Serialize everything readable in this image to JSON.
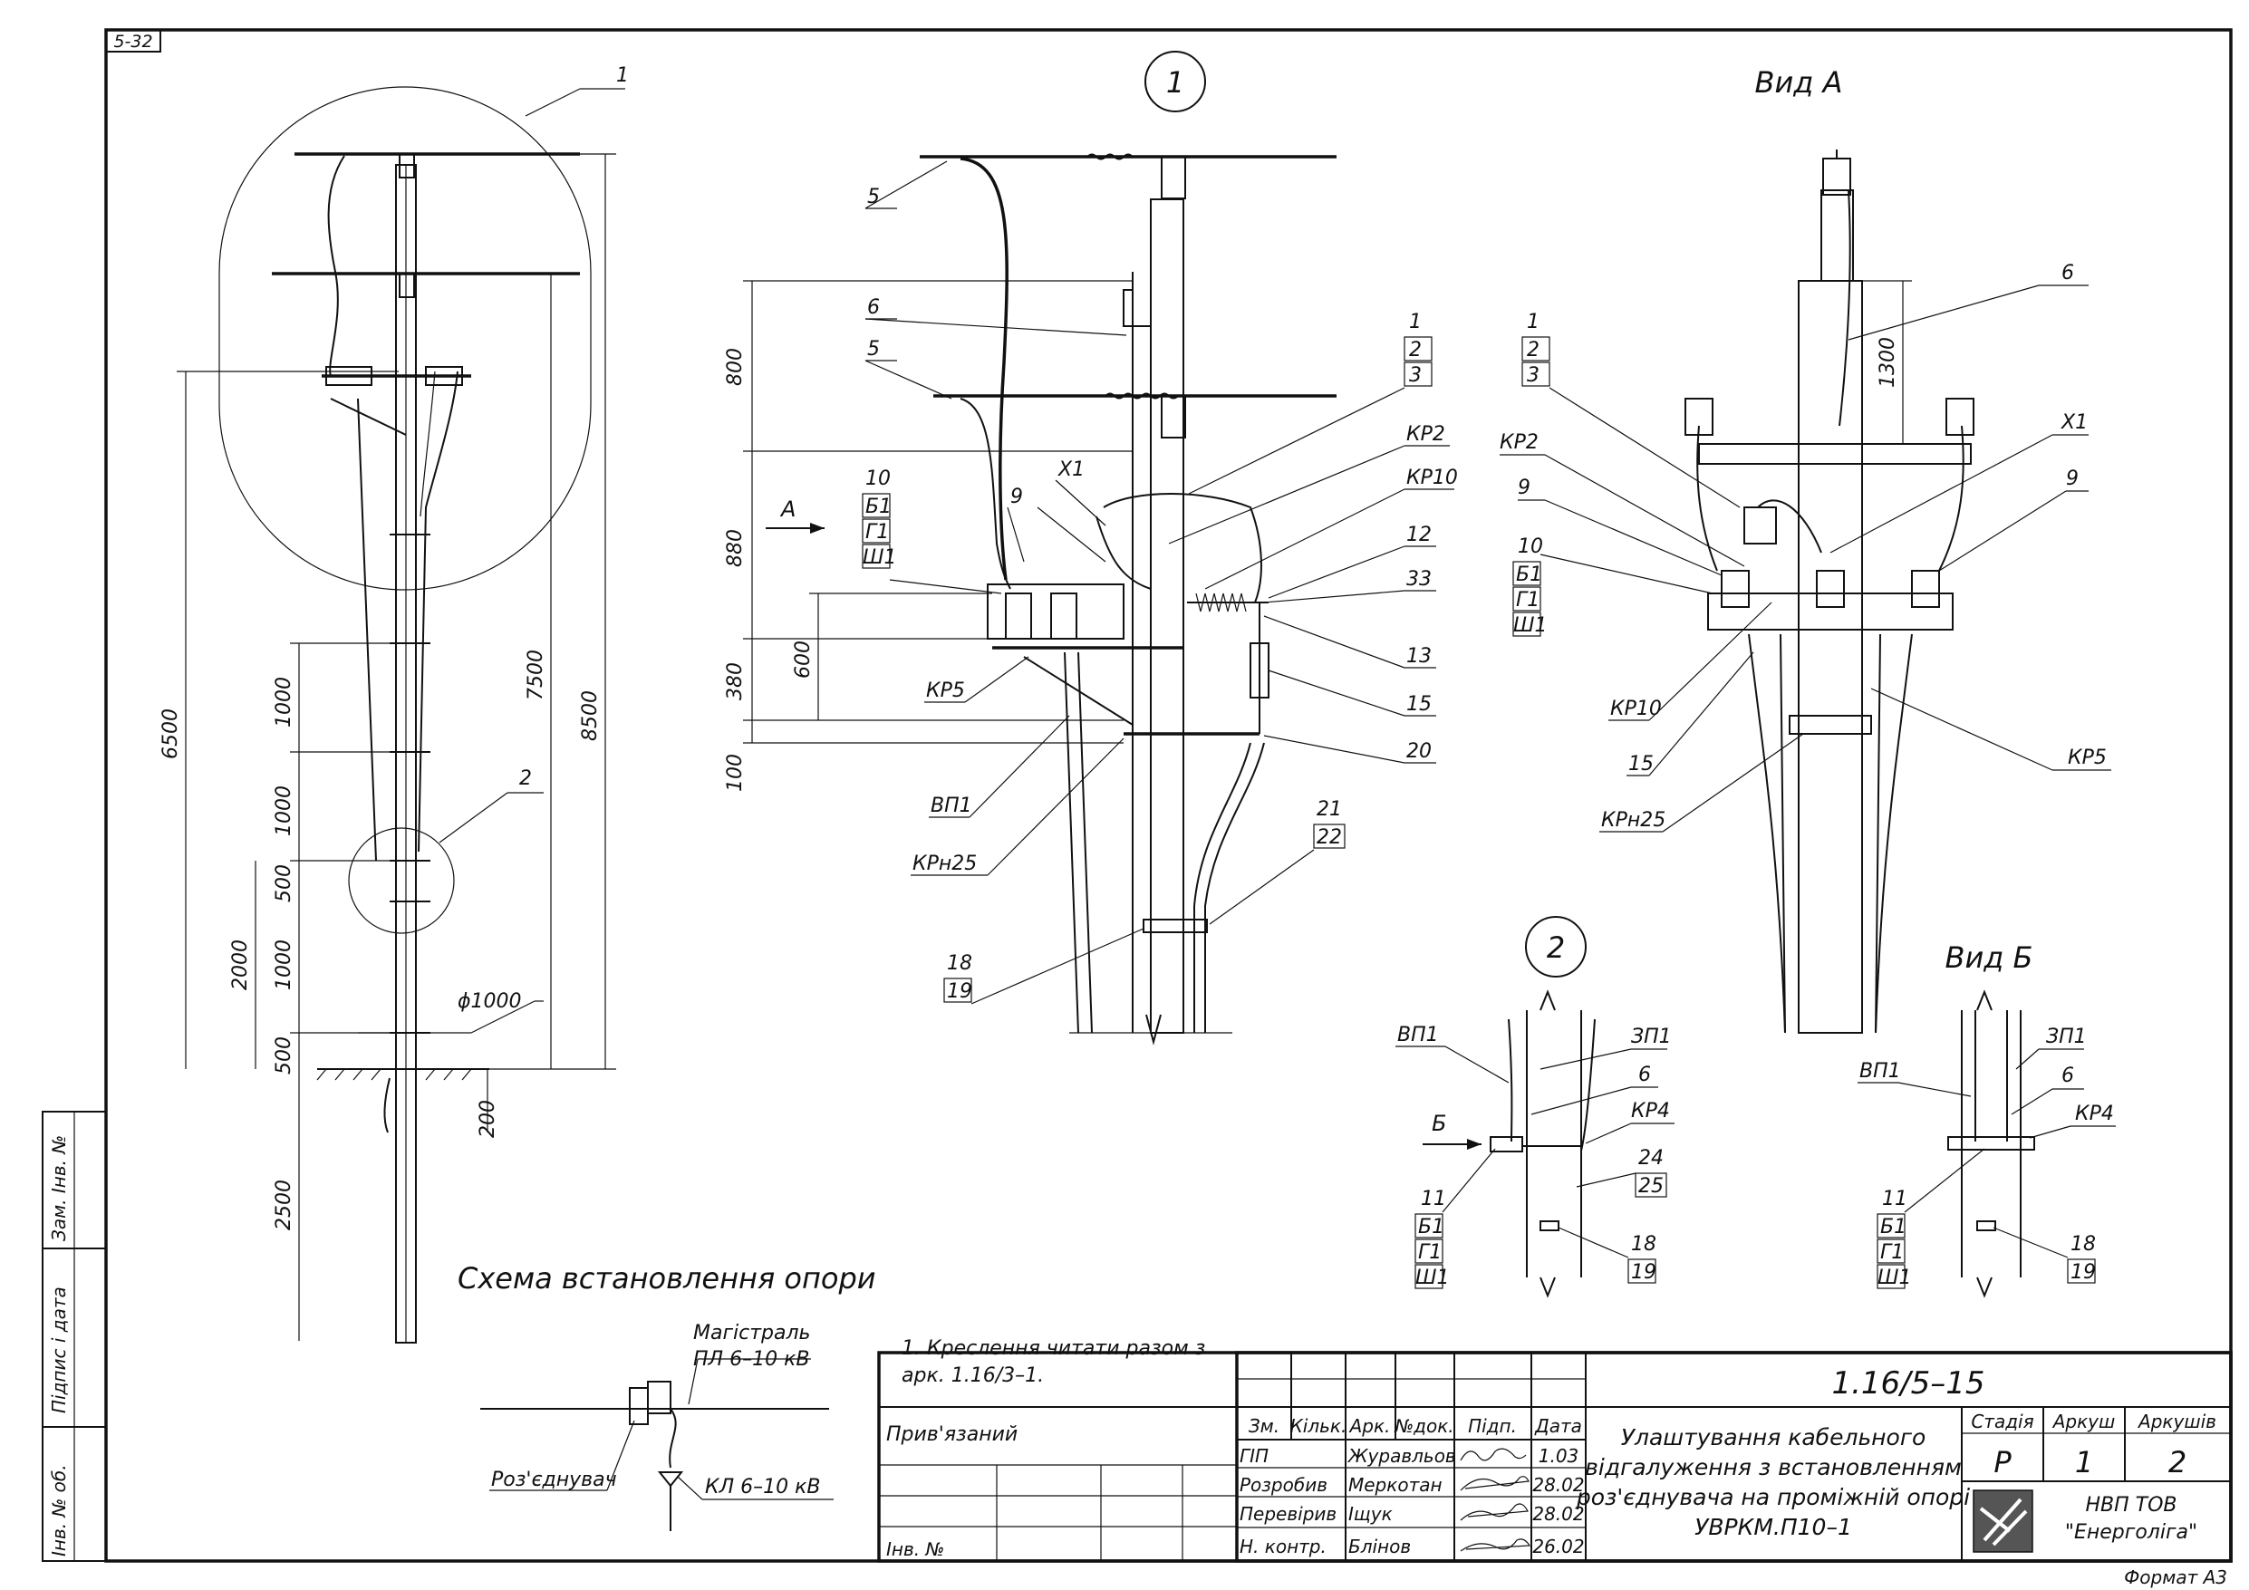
{
  "sheet_corner_label": "5-32",
  "views": {
    "view1_label": "1",
    "view2_label": "2",
    "view_a_title": "Вид А",
    "view_b_title": "Вид Б",
    "arrow_a": "А",
    "arrow_b": "Б"
  },
  "overall_dims": {
    "d6500": "6500",
    "d7500": "7500",
    "d8500": "8500",
    "d1000a": "1000",
    "d1000b": "1000",
    "d1000c": "1000",
    "d500a": "500",
    "d500b": "500",
    "d2000": "2000",
    "d2500": "2500",
    "d200": "200",
    "phi1000": "ϕ1000",
    "callout1": "1",
    "callout2": "2"
  },
  "view1_dims": {
    "d800": "800",
    "d880": "880",
    "d380": "380",
    "d600": "600",
    "d100": "100"
  },
  "view1_labels": {
    "l5a": "5",
    "l6": "6",
    "l5b": "5",
    "l9": "9",
    "lX1": "X1",
    "l10": "10",
    "lB1": "Б1",
    "lG1": "Г1",
    "lSh1": "Ш1",
    "lKP5": "КР5",
    "lVP1": "ВП1",
    "lKPn25": "КРн25",
    "l18": "18",
    "l19": "19",
    "l1": "1",
    "l2": "2",
    "l3": "3",
    "lKP2": "КР2",
    "lKP10": "КР10",
    "l12": "12",
    "l33": "33",
    "l13": "13",
    "l15": "15",
    "l20": "20",
    "l21": "21",
    "l22": "22"
  },
  "viewA": {
    "d1300": "1300",
    "l6": "6",
    "l1": "1",
    "l2": "2",
    "l3": "3",
    "lKP2": "КР2",
    "l9a": "9",
    "l10": "10",
    "lB1": "Б1",
    "lG1": "Г1",
    "lSh1": "Ш1",
    "lX1": "X1",
    "l9b": "9",
    "lKP10": "КР10",
    "l15": "15",
    "lKPn25": "КРн25",
    "lKP5": "КР5"
  },
  "view2": {
    "lVP1": "ВП1",
    "lZP1": "ЗП1",
    "l6": "6",
    "lKP4": "КР4",
    "l24": "24",
    "l25": "25",
    "l11": "11",
    "lB1": "Б1",
    "lG1": "Г1",
    "lSh1": "Ш1",
    "l18": "18",
    "l19": "19"
  },
  "viewB": {
    "lZP1": "ЗП1",
    "lVP1": "ВП1",
    "l6": "6",
    "lKP4": "КР4",
    "l11": "11",
    "lB1": "Б1",
    "lG1": "Г1",
    "lSh1": "Ш1",
    "l18": "18",
    "l19": "19"
  },
  "scheme": {
    "title": "Схема встановлення опори",
    "main_line_1": "Магістраль",
    "main_line_2": "ПЛ 6–10 кВ",
    "disconnector": "Роз'єднувач",
    "cable": "КЛ 6–10 кВ"
  },
  "notes": {
    "line1": "1. Креслення читати разом з",
    "line2": "арк. 1.16/3–1."
  },
  "side_stamp": {
    "zam": "Зам. Інв. №",
    "pidpys": "Підпис і дата",
    "inv": "Інв. № об."
  },
  "title_block": {
    "doc_code": "1.16/5–15",
    "pryvyazanyi": "Прив'язаний",
    "inv_no": "Інв. №",
    "headers": {
      "zm": "Зм.",
      "kilk": "Кільк.",
      "ark": "Арк.",
      "ndok": "№док.",
      "pidp": "Підп.",
      "data": "Дата"
    },
    "rows": [
      {
        "role": "ГІП",
        "name": "Журавльов",
        "date": "1.03"
      },
      {
        "role": "Розробив",
        "name": "Меркотан",
        "date": "28.02"
      },
      {
        "role": "Перевірив",
        "name": "Іщук",
        "date": "28.02"
      },
      {
        "role": "Н. контр.",
        "name": "Блінов",
        "date": "26.02"
      }
    ],
    "title_lines": [
      "Улаштування кабельного",
      "відгалуження з встановленням",
      "роз'єднувача на проміжній опорі",
      "УВРКМ.П10–1"
    ],
    "stage_h": "Стадія",
    "sheet_h": "Аркуш",
    "sheets_h": "Аркушів",
    "stage": "Р",
    "sheet": "1",
    "sheets": "2",
    "company_1": "НВП ТОВ",
    "company_2": "\"Енерголіга\""
  },
  "format": "Формат А3"
}
